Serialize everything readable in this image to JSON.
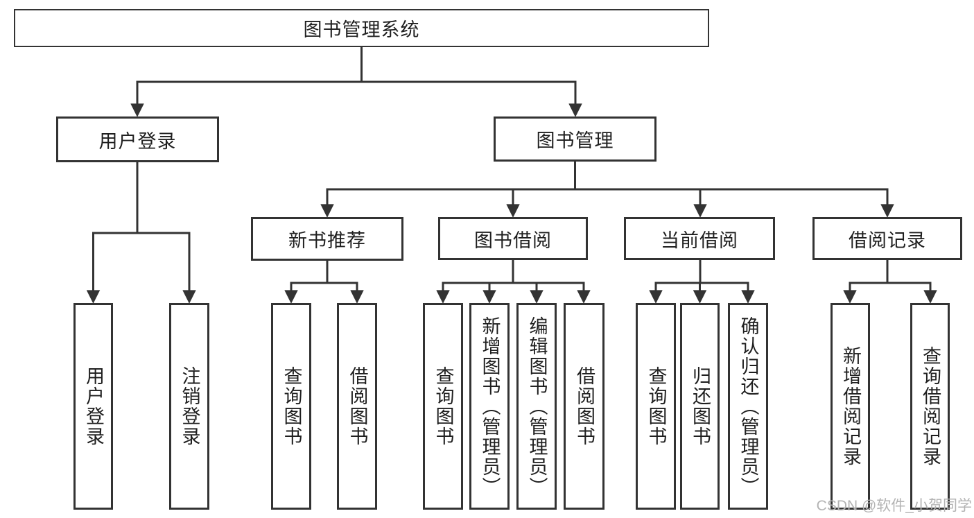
{
  "colors": {
    "line": "#333333",
    "text": "#1f1f1f",
    "background": "#ffffff",
    "watermark_text": "#b3b3b3"
  },
  "tree": {
    "root": "图书管理系统",
    "level2": [
      {
        "label": "用户登录"
      },
      {
        "label": "图书管理"
      }
    ],
    "level3": [
      {
        "label": "新书推荐"
      },
      {
        "label": "图书借阅"
      },
      {
        "label": "当前借阅"
      },
      {
        "label": "借阅记录"
      }
    ],
    "leaves": {
      "user_login": [
        "用户登录",
        "注销登录"
      ],
      "new_book": [
        "查询图书",
        "借阅图书"
      ],
      "book_borrow": [
        "查询图书",
        "新增图书（管理员）",
        "编辑图书（管理员）",
        "借阅图书"
      ],
      "current_borrow": [
        "查询图书",
        "归还图书",
        "确认归还（管理员）"
      ],
      "borrow_records": [
        "新增借阅记录",
        "查询借阅记录"
      ]
    }
  },
  "watermark": {
    "text": "CSDN @软件_小贺同学"
  }
}
